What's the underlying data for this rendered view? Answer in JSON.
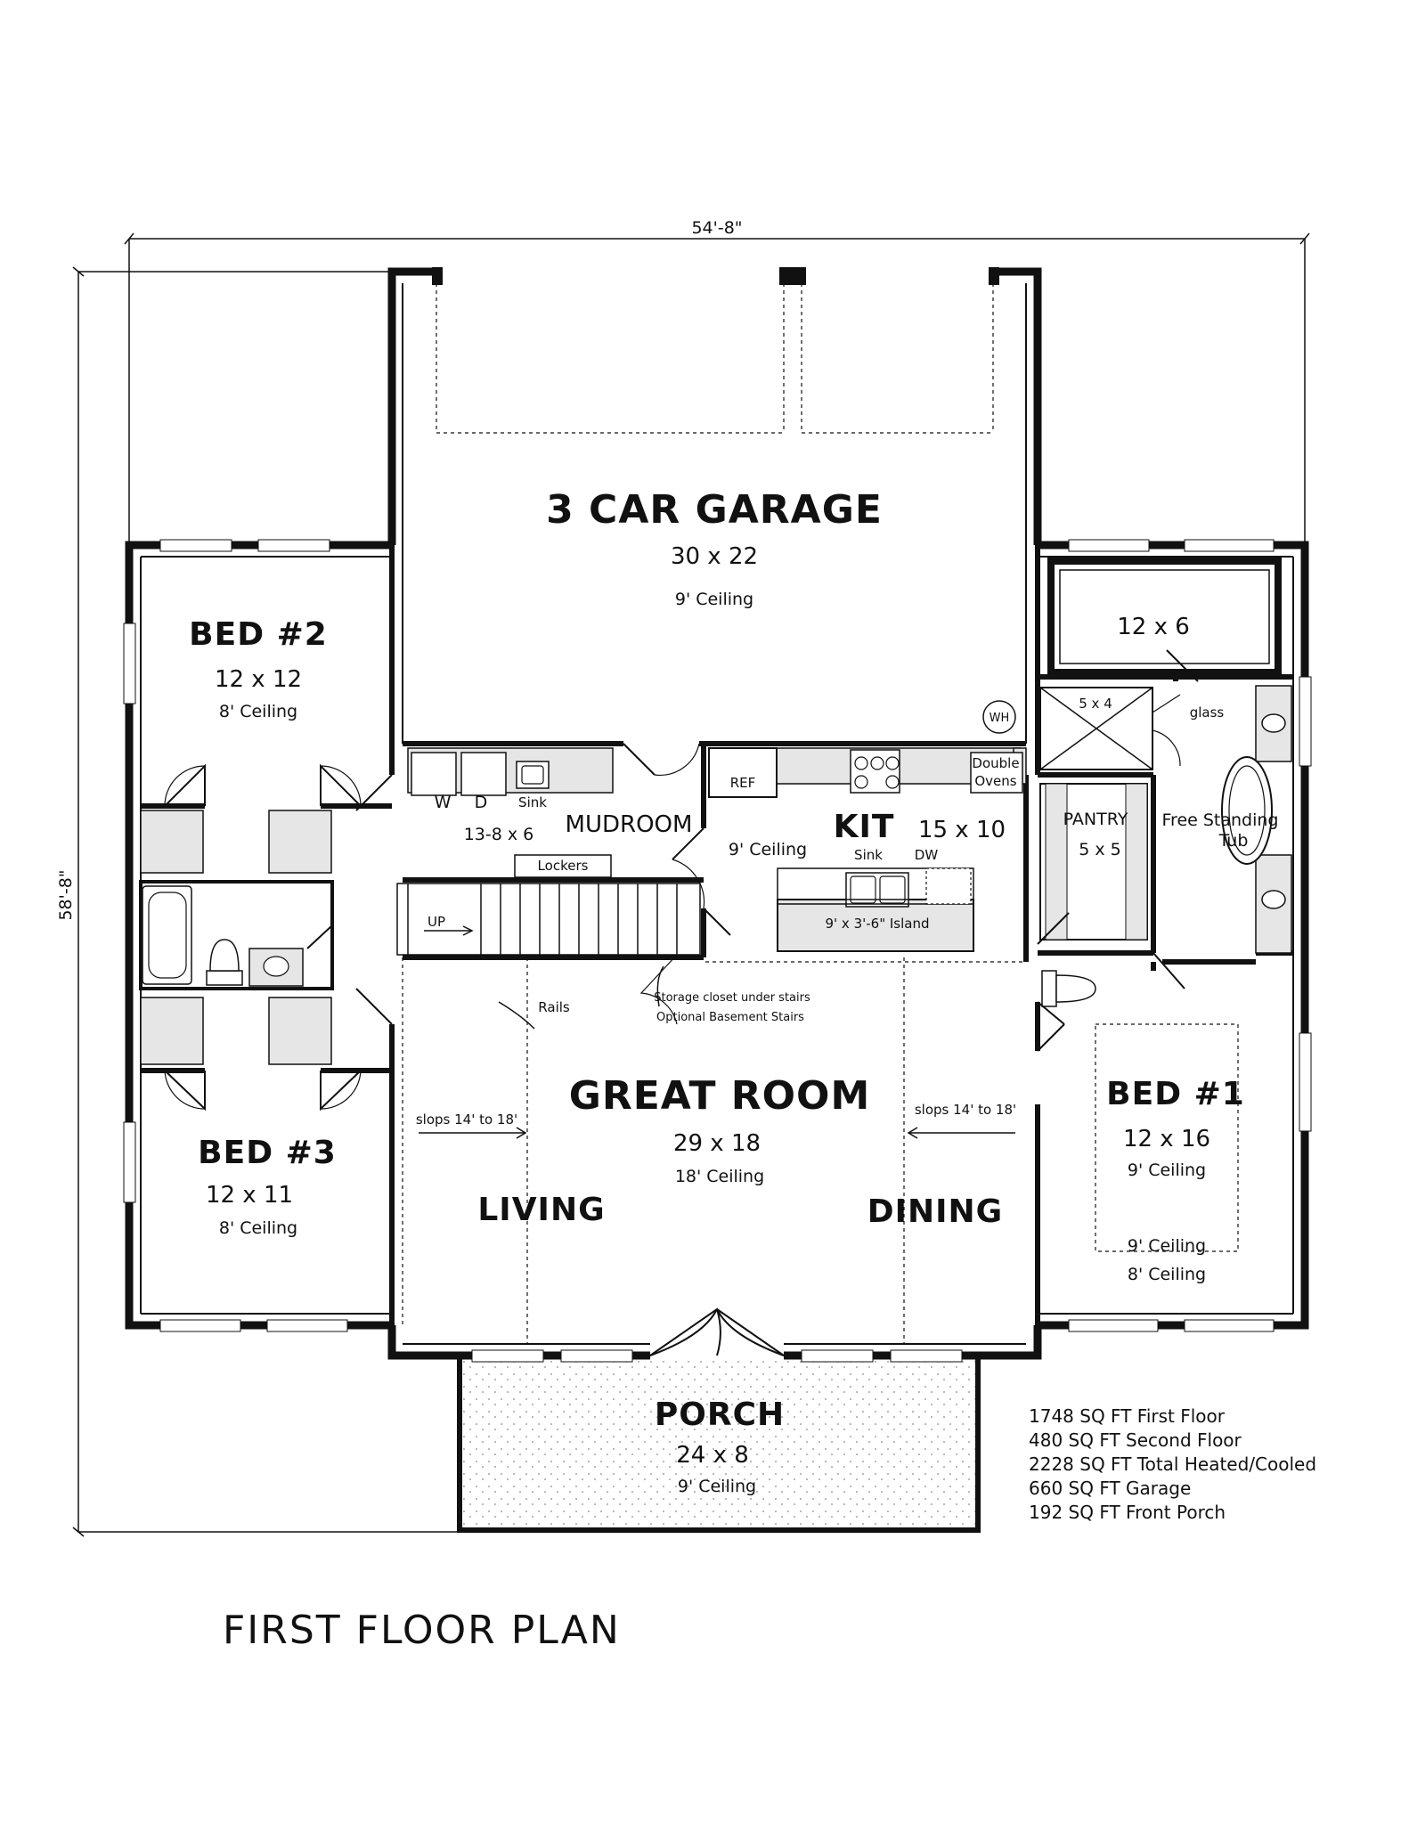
{
  "dimensions": {
    "width": "54'-8\"",
    "depth": "58'-8\""
  },
  "rooms": {
    "garage": {
      "name": "3 CAR GARAGE",
      "size": "30 x 22",
      "ceiling": "9' Ceiling",
      "wh": "WH"
    },
    "bed2": {
      "name": "BED #2",
      "size": "12 x 12",
      "ceiling": "8' Ceiling"
    },
    "bed3": {
      "name": "BED #3",
      "size": "12 x 11",
      "ceiling": "8' Ceiling"
    },
    "bed1": {
      "name": "BED #1",
      "size": "12 x 16",
      "ceiling1": "9' Ceiling",
      "ceiling2": "9' Ceiling",
      "ceiling3": "8' Ceiling"
    },
    "closet_master": {
      "size": "12 x 6"
    },
    "shower": {
      "size": "5 x 4",
      "glass": "glass"
    },
    "mudroom": {
      "name": "MUDROOM",
      "size": "13-8 x 6",
      "w": "W",
      "d": "D",
      "sink": "Sink",
      "lockers": "Lockers"
    },
    "kitchen": {
      "name": "KIT",
      "size": "15 x 10",
      "ceiling": "9' Ceiling",
      "ref": "REF",
      "double_ovens_1": "Double",
      "double_ovens_2": "Ovens",
      "sink": "Sink",
      "dw": "DW",
      "island": "9' x 3'-6\" Island"
    },
    "pantry": {
      "name": "PANTRY",
      "size": "5 x 5"
    },
    "master_bath": {
      "tub_1": "Free Standing",
      "tub_2": "Tub"
    },
    "stairs": {
      "up": "UP",
      "rails": "Rails",
      "note1": "Storage closet under stairs",
      "note2": "Optional Basement Stairs"
    },
    "great_room": {
      "name": "GREAT ROOM",
      "size": "29 x 18",
      "ceiling": "18' Ceiling",
      "slope_left": "slops 14' to 18'",
      "slope_right": "slops 14' to 18'",
      "living": "LIVING",
      "dining": "DINING"
    },
    "porch": {
      "name": "PORCH",
      "size": "24 x 8",
      "ceiling": "9' Ceiling"
    }
  },
  "stats": [
    "1748 SQ FT First Floor",
    "480 SQ FT Second Floor",
    "2228 SQ FT Total Heated/Cooled",
    "660 SQ FT Garage",
    "192 SQ FT Front Porch"
  ],
  "title": "FIRST FLOOR PLAN"
}
